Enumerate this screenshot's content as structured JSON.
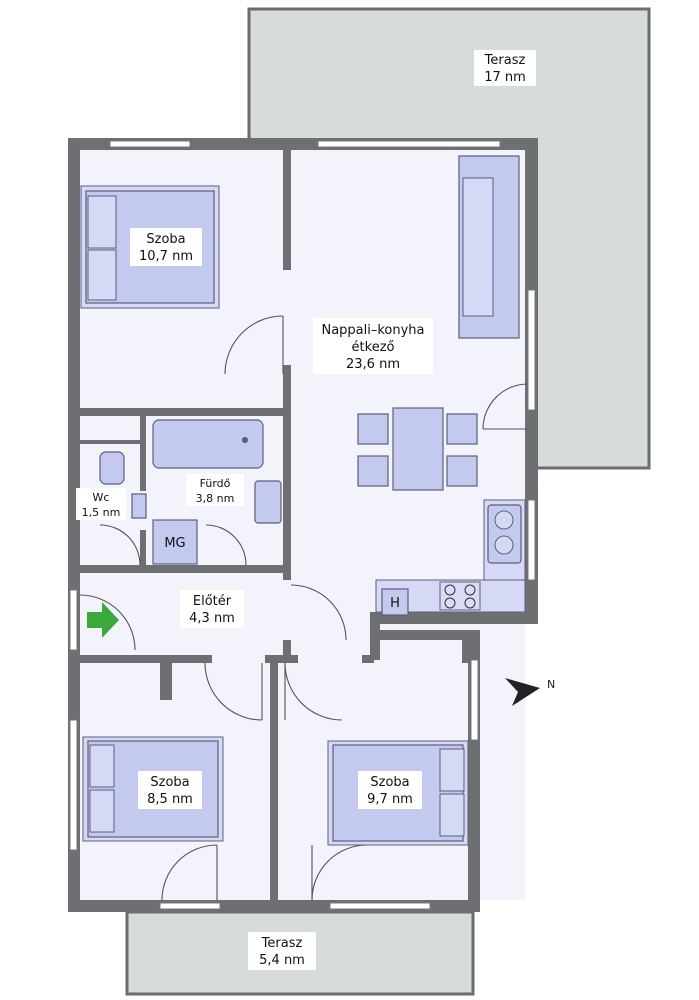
{
  "rooms": {
    "terrace_top": {
      "name": "Terasz",
      "area": "17 nm"
    },
    "bedroom_top": {
      "name": "Szoba",
      "area": "10,7 nm"
    },
    "living": {
      "line1": "Nappali–konyha",
      "line2": "étkező",
      "area": "23,6 nm"
    },
    "wc": {
      "name": "Wc",
      "area": "1,5 nm"
    },
    "bathroom": {
      "name": "Fürdő",
      "area": "3,8 nm"
    },
    "hall": {
      "name": "Előtér",
      "area": "4,3 nm"
    },
    "bedroom_left": {
      "name": "Szoba",
      "area": "8,5 nm"
    },
    "bedroom_right": {
      "name": "Szoba",
      "area": "9,7 nm"
    },
    "terrace_bottom": {
      "name": "Terasz",
      "area": "5,4 nm"
    }
  },
  "fixtures": {
    "washing_machine": "MG",
    "heater": "H"
  },
  "compass": {
    "label": "N"
  },
  "colors": {
    "wall": "#6e6f73",
    "floor": "#f3f4fb",
    "terrace": "#d6dcd9",
    "furniture": "#c4c9ef",
    "entrance_arrow": "#3aa83a"
  }
}
